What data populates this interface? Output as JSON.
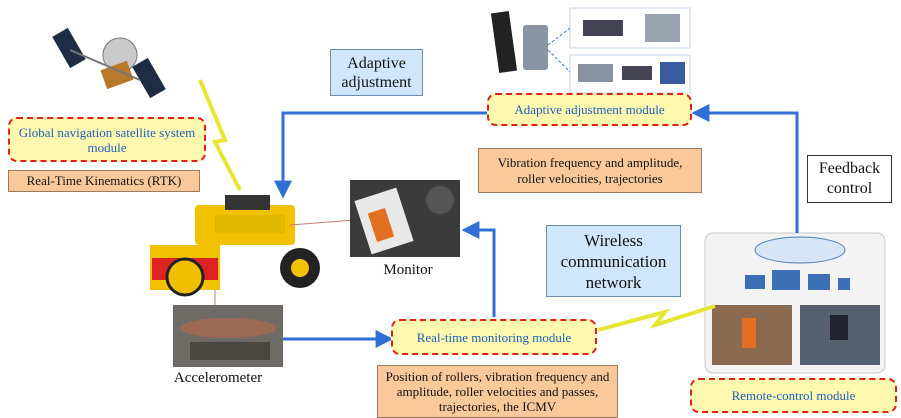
{
  "modules": {
    "gnss": "Global navigation satellite system module",
    "adaptive": "Adaptive adjustment module",
    "monitoring": "Real-time monitoring module",
    "remote": "Remote-control module"
  },
  "notes": {
    "rtk": "Real-Time Kinematics (RTK)",
    "vibration": "Vibration frequency and amplitude, roller velocities, trajectories",
    "position": "Position of rollers, vibration frequency and amplitude, roller velocities and passes, trajectories, the ICMV"
  },
  "labels": {
    "adaptive_adjustment": "Adaptive adjustment",
    "feedback_control": "Feedback control",
    "wireless": "Wireless communication network",
    "monitor": "Monitor",
    "accelerometer": "Accelerometer"
  },
  "colors": {
    "arrow": "#2f6fd6",
    "module_fill": "#fff9b0",
    "module_border": "#e02020",
    "note_fill": "#f9c99b",
    "label_fill": "#cfe6fb"
  }
}
